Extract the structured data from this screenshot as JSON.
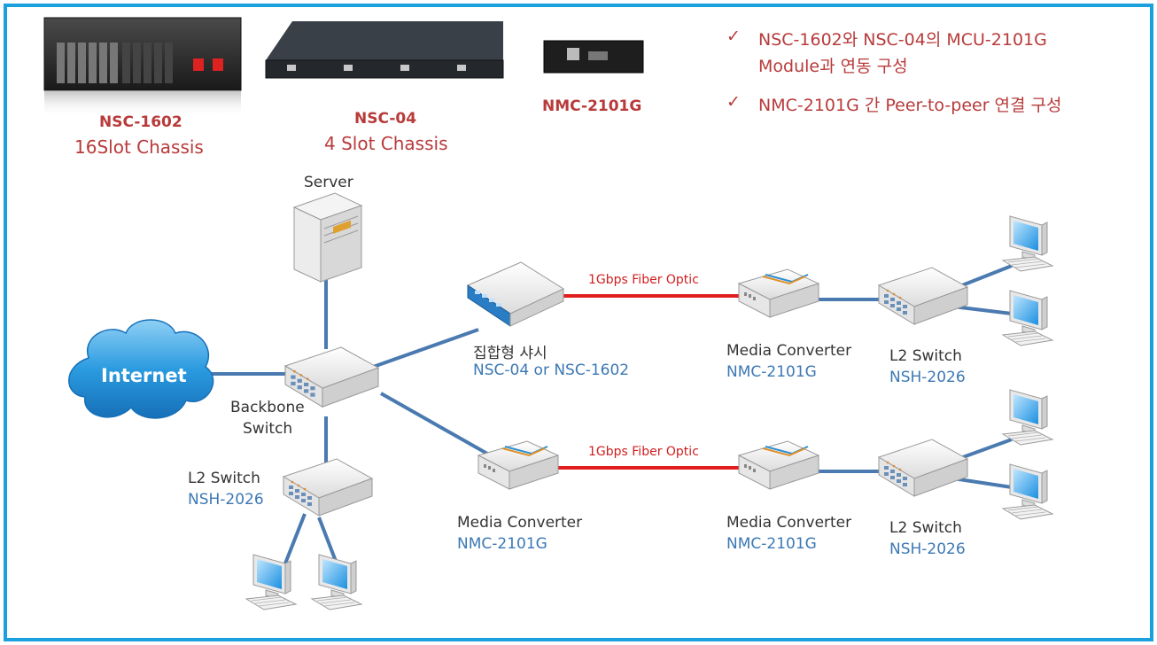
{
  "products": {
    "nsc1602": {
      "name": "NSC-1602",
      "desc": "16Slot Chassis"
    },
    "nsc04": {
      "name": "NSC-04",
      "desc": "4 Slot Chassis"
    },
    "nmc2101g": {
      "name": "NMC-2101G"
    }
  },
  "features": [
    {
      "mark": "✓",
      "line1": "NSC-1602와 NSC-04의 MCU-2101G",
      "line2": "Module과 연동 구성"
    },
    {
      "mark": "✓",
      "line1": "NMC-2101G 간 Peer-to-peer 연결 구성"
    }
  ],
  "nodes": {
    "server": "Server",
    "internet": "Internet",
    "backbone": {
      "line1": "Backbone",
      "line2": "Switch"
    },
    "l2_left": {
      "name": "L2 Switch",
      "model": "NSH-2026"
    },
    "chassis": {
      "name": "집합형 샤시",
      "model": "NSC-04 or NSC-1602"
    },
    "mc_top": {
      "name": "Media Converter",
      "model": "NMC-2101G"
    },
    "l2_top": {
      "name": "L2 Switch",
      "model": "NSH-2026"
    },
    "mc_bottom_left": {
      "name": "Media Converter",
      "model": "NMC-2101G"
    },
    "mc_bottom_right": {
      "name": "Media Converter",
      "model": "NMC-2101G"
    },
    "l2_bottom": {
      "name": "L2 Switch",
      "model": "NSH-2026"
    }
  },
  "links": {
    "fiber_top": "1Gbps Fiber Optic",
    "fiber_bottom": "1Gbps Fiber Optic"
  },
  "colors": {
    "frame": "#1aa0dc",
    "title_red": "#b83a3a",
    "model_blue": "#3c78b4",
    "copper_link": "#4a7ab0",
    "fiber_link": "#e01e1e",
    "cloud": "#2b9be0"
  },
  "icons": [
    "chassis-16slot-image",
    "chassis-4slot-image",
    "nmc-device-image",
    "server-icon",
    "cloud-icon",
    "switch-icon",
    "media-converter-icon",
    "computer-icon"
  ]
}
